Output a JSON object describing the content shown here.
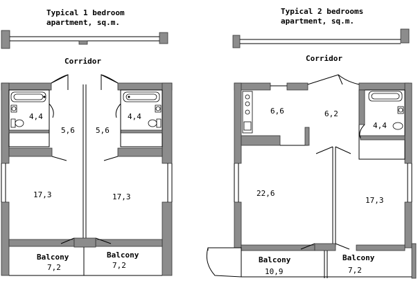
{
  "left_plan": {
    "title_line1": "Typical 1 bedroom",
    "title_line2": "apartment, sq.m.",
    "corridor": "Corridor",
    "areas": {
      "bath_left": "4,4",
      "hall_left": "5,6",
      "hall_right": "5,6",
      "bath_right": "4,4",
      "room_left": "17,3",
      "room_right": "17,3",
      "balcony_left_value": "7,2",
      "balcony_right_value": "7,2"
    },
    "balcony_label": "Balcony"
  },
  "right_plan": {
    "title_line1": "Typical 2 bedrooms",
    "title_line2": "apartment, sq.m.",
    "corridor": "Corridor",
    "areas": {
      "kitchen": "6,6",
      "hall": "6,2",
      "bath": "4,4",
      "room_left": "22,6",
      "room_right": "17,3",
      "balcony_left_value": "10,9",
      "balcony_right_value": "7,2"
    },
    "balcony_label": "Balcony"
  },
  "colors": {
    "wall": "#8c8c8c",
    "line": "#000000"
  }
}
